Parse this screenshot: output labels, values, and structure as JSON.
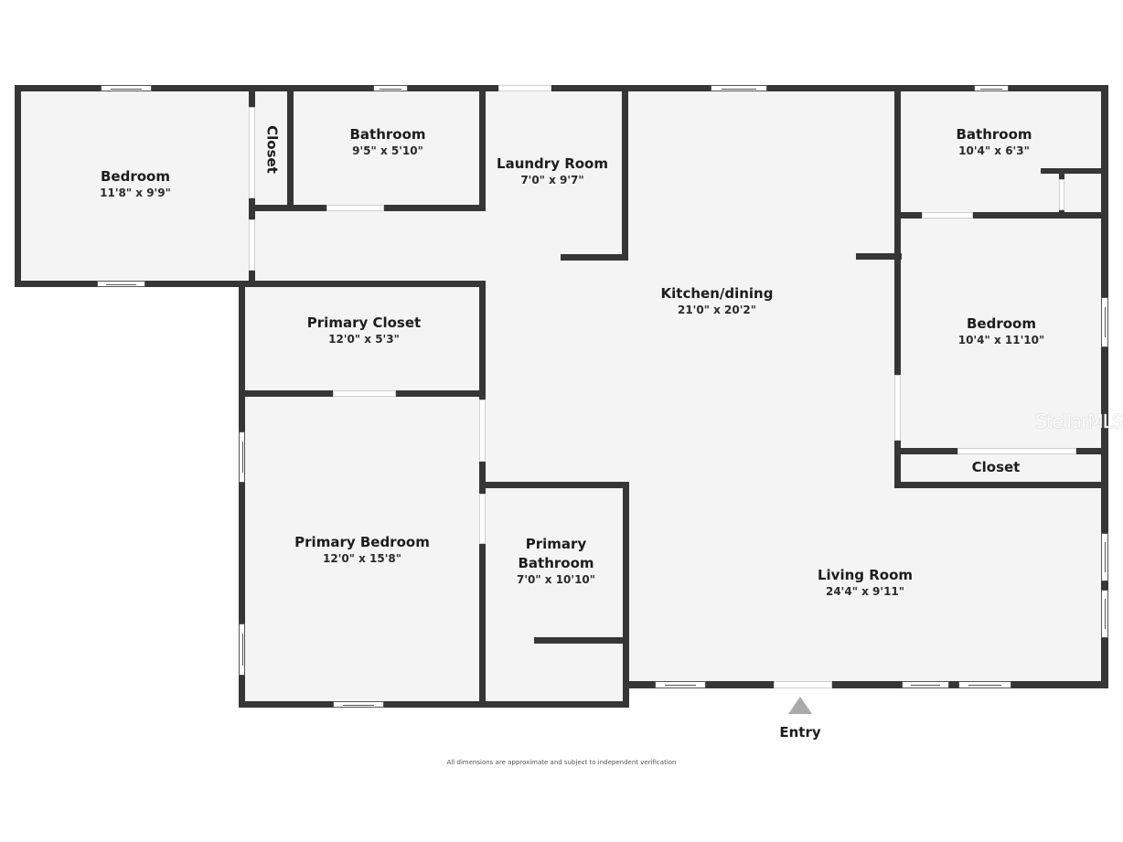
{
  "floorplan": {
    "rooms": [
      {
        "id": "bedroom-1",
        "name": "Bedroom",
        "dimensions": "11'8\" x 9'9\""
      },
      {
        "id": "closet-1",
        "name": "Closet",
        "dimensions": ""
      },
      {
        "id": "bathroom-1",
        "name": "Bathroom",
        "dimensions": "9'5\" x 5'10\""
      },
      {
        "id": "laundry-room",
        "name": "Laundry Room",
        "dimensions": "7'0\" x 9'7\""
      },
      {
        "id": "kitchen-dining",
        "name": "Kitchen/dining",
        "dimensions": "21'0\" x 20'2\""
      },
      {
        "id": "bathroom-2",
        "name": "Bathroom",
        "dimensions": "10'4\" x 6'3\""
      },
      {
        "id": "bedroom-2",
        "name": "Bedroom",
        "dimensions": "10'4\" x 11'10\""
      },
      {
        "id": "closet-2",
        "name": "Closet",
        "dimensions": ""
      },
      {
        "id": "primary-closet",
        "name": "Primary Closet",
        "dimensions": "12'0\" x 5'3\""
      },
      {
        "id": "primary-bedroom",
        "name": "Primary Bedroom",
        "dimensions": "12'0\" x 15'8\""
      },
      {
        "id": "primary-bathroom",
        "name": "Primary Bathroom",
        "name_line1": "Primary",
        "name_line2": "Bathroom",
        "dimensions": "7'0\" x 10'10\""
      },
      {
        "id": "living-room",
        "name": "Living Room",
        "dimensions": "24'4\" x 9'11\""
      }
    ],
    "entry_label": "Entry",
    "disclaimer": "All dimensions are approximate and subject to independent verification",
    "watermark": "StellarMLS",
    "colors": {
      "wall": "#363636",
      "floor": "#f4f4f4",
      "background": "#ffffff",
      "entry_arrow": "#a9a9a9"
    }
  }
}
